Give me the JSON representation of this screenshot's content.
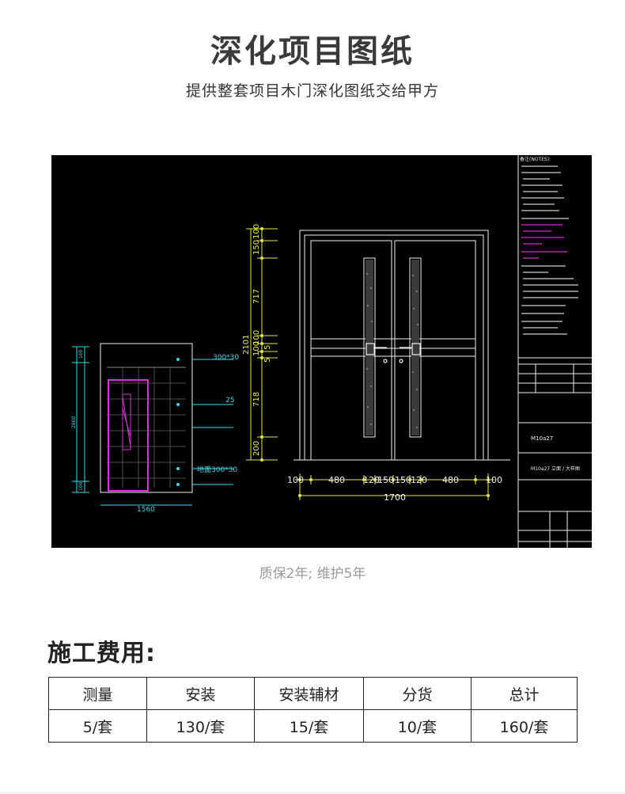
{
  "header": {
    "title": "深化项目图纸",
    "subtitle": "提供整套项目木门深化图纸交给甲方"
  },
  "drawing": {
    "dims_vertical": [
      "100",
      "150",
      "717",
      "2101",
      "100",
      "100",
      "5",
      "5",
      "718",
      "200"
    ],
    "dims_bottom": [
      "100",
      "480",
      "120",
      "150",
      "150",
      "120",
      "480",
      "100"
    ],
    "dim_total": "1700",
    "small_width": "1560",
    "small_labels": [
      "300*30",
      "25",
      "地面300*30"
    ],
    "small_left_dims": [
      "100",
      "2800",
      "100"
    ],
    "notes_heading": "备注(NOTES):",
    "model_code": "M10a27",
    "model_desc": "M10a27 立面 / 大样图",
    "colors": {
      "bg": "#000000",
      "yellow": "#e8e84a",
      "cyan": "#3fd8e8",
      "magenta": "#d82fd8",
      "white": "#f0f0f0"
    }
  },
  "caption": "质保2年; 维护5年",
  "cost": {
    "heading": "施工费用:",
    "headers": [
      "测量",
      "安装",
      "安装辅材",
      "分货",
      "总计"
    ],
    "values": [
      "5/套",
      "130/套",
      "15/套",
      "10/套",
      "160/套"
    ]
  }
}
